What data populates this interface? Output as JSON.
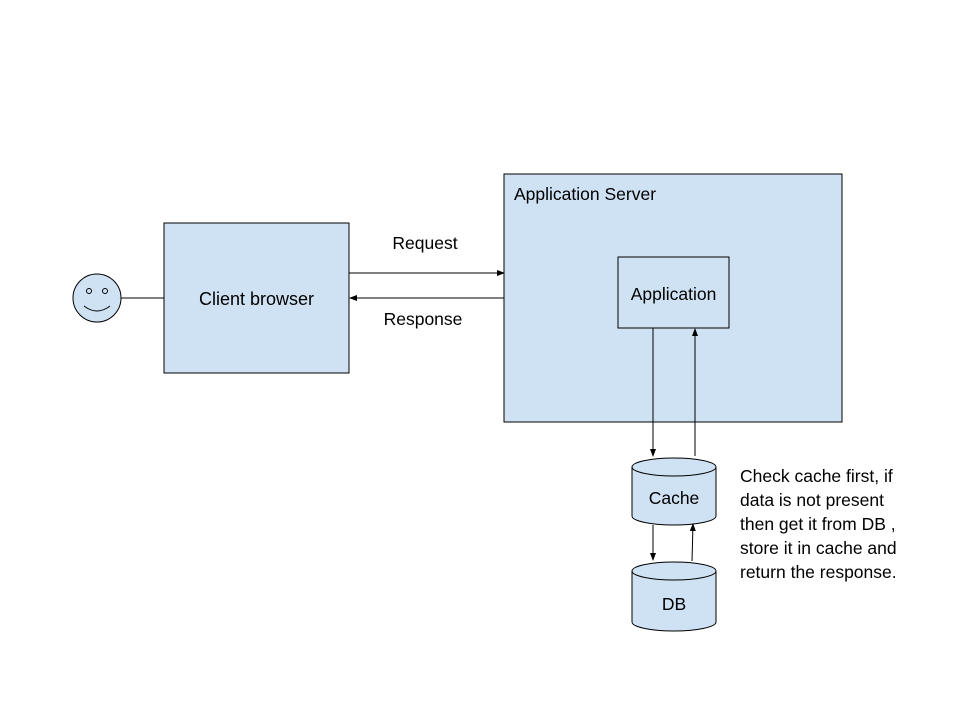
{
  "colors": {
    "box_fill": "#cfe2f3",
    "stroke": "#000000",
    "background": "#ffffff"
  },
  "user": {
    "icon": "smiley-face-icon"
  },
  "client": {
    "label": "Client browser"
  },
  "connections": {
    "request_label": "Request",
    "response_label": "Response"
  },
  "server": {
    "title": "Application Server",
    "app_label": "Application"
  },
  "cache": {
    "label": "Cache"
  },
  "db": {
    "label": "DB"
  },
  "note": {
    "lines": [
      "Check cache first, if",
      "data is not present",
      "then get it from DB ,",
      "store it in cache and",
      "return the response."
    ]
  }
}
